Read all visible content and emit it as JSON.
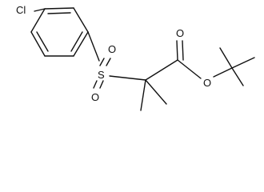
{
  "molecule": {
    "atoms": {
      "chlorine": "Cl",
      "sulfur": "S",
      "sulfonyl_oxygen_top": "O",
      "sulfonyl_oxygen_bottom": "O",
      "carbonyl_oxygen": "O",
      "ester_oxygen": "O"
    }
  }
}
